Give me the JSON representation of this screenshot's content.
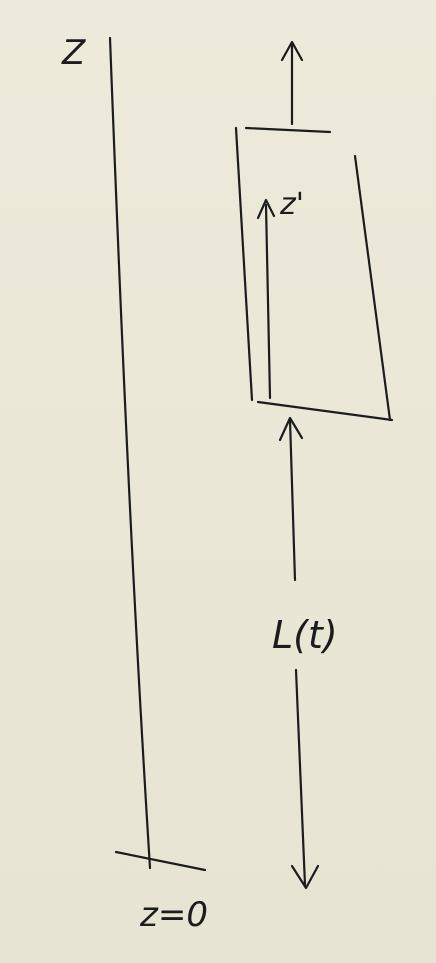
{
  "labels": {
    "z_axis": "Z",
    "z_origin": "z=0",
    "z_prime": "z'",
    "length": "L(t)"
  }
}
